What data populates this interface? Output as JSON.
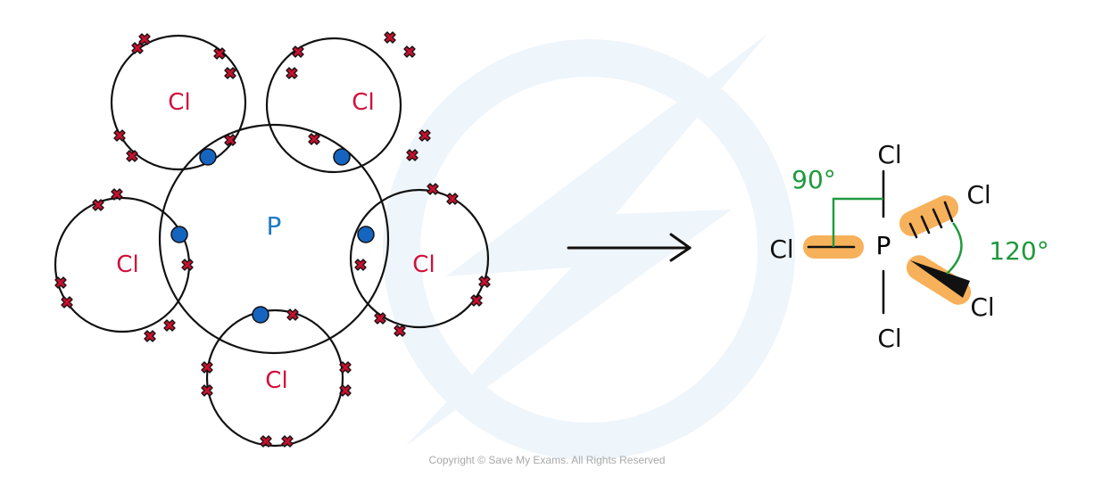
{
  "diagram": {
    "title": "Dot-and-cross diagram of PCl5 and its trigonal bipyramidal shape",
    "colors": {
      "phosphorus_label": "#1e7bc4",
      "chlorine_label": "#d0103a",
      "electron_dot": "#1565c0",
      "electron_cross": "#c8102e",
      "angle_annotation": "#1e9a3c",
      "wedge_highlight": "#f6b15a",
      "watermark": "#eef5fb",
      "outline": "#111111"
    },
    "dot_cross": {
      "central_atom": {
        "symbol": "P",
        "electron_symbol": "dot",
        "bonding_electrons": 5
      },
      "outer_atoms": [
        {
          "symbol": "Cl",
          "position": "top-left",
          "electron_symbol": "cross",
          "lone_pair_crosses": 6,
          "shared_pair": [
            "dot",
            "cross"
          ]
        },
        {
          "symbol": "Cl",
          "position": "top-right",
          "electron_symbol": "cross",
          "lone_pair_crosses": 6,
          "shared_pair": [
            "dot",
            "cross"
          ]
        },
        {
          "symbol": "Cl",
          "position": "left",
          "electron_symbol": "cross",
          "lone_pair_crosses": 6,
          "shared_pair": [
            "dot",
            "cross"
          ]
        },
        {
          "symbol": "Cl",
          "position": "right",
          "electron_symbol": "cross",
          "lone_pair_crosses": 6,
          "shared_pair": [
            "dot",
            "cross"
          ]
        },
        {
          "symbol": "Cl",
          "position": "bottom",
          "electron_symbol": "cross",
          "lone_pair_crosses": 6,
          "shared_pair": [
            "dot",
            "cross"
          ]
        }
      ]
    },
    "arrow": {
      "direction": "right"
    },
    "shape": {
      "central": "P",
      "atoms": [
        {
          "symbol": "Cl",
          "position": "axial-top",
          "bond": "plain"
        },
        {
          "symbol": "Cl",
          "position": "axial-bottom",
          "bond": "plain"
        },
        {
          "symbol": "Cl",
          "position": "equatorial-left",
          "bond": "plain"
        },
        {
          "symbol": "Cl",
          "position": "equatorial-back",
          "bond": "hashed-wedge"
        },
        {
          "symbol": "Cl",
          "position": "equatorial-front",
          "bond": "solid-wedge"
        }
      ],
      "angles": [
        {
          "label": "90°",
          "between": "axial and equatorial"
        },
        {
          "label": "120°",
          "between": "equatorial bonds"
        }
      ]
    },
    "copyright": "Copyright © Save My Exams. All Rights Reserved"
  }
}
